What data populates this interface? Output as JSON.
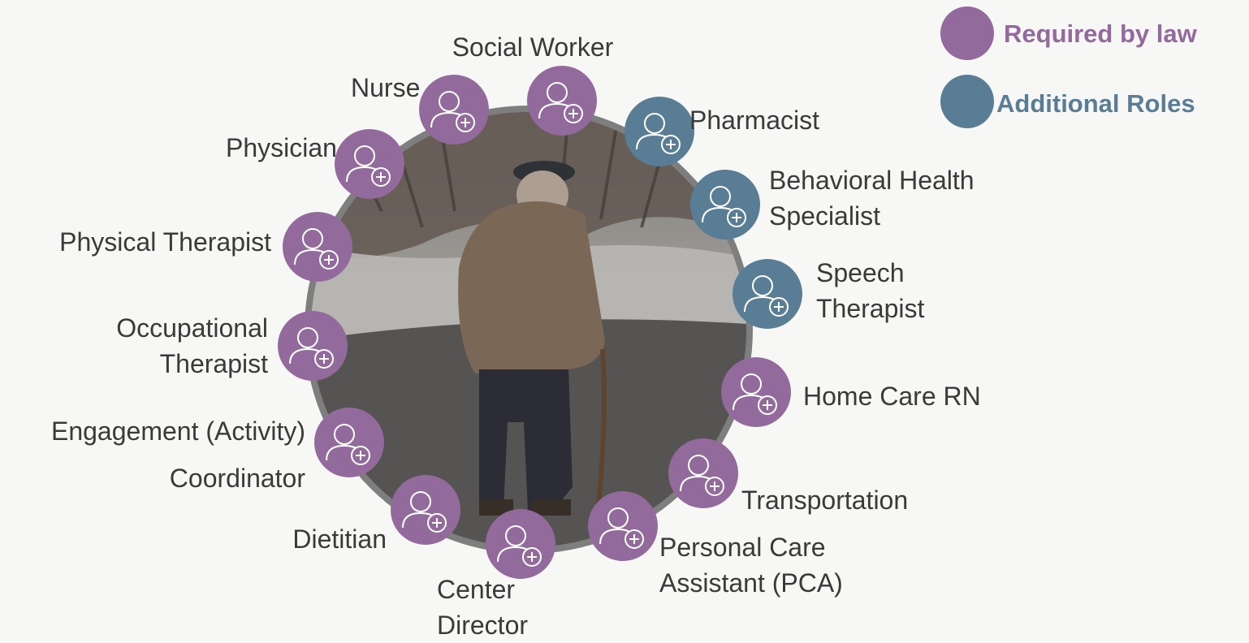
{
  "colors": {
    "required": "#926b9c",
    "additional": "#5a7d96",
    "ring": "#7e7e7e"
  },
  "legend": {
    "required_label": "Required by law",
    "additional_label": "Additional Roles"
  },
  "roles": {
    "social_worker": {
      "lines": [
        "Social Worker"
      ],
      "type": "required",
      "icon": "social-worker-handshake-icon"
    },
    "nurse": {
      "lines": [
        "Nurse"
      ],
      "type": "required",
      "icon": "nurse-icon"
    },
    "physician": {
      "lines": [
        "Physician"
      ],
      "type": "required",
      "icon": "physician-stethoscope-icon"
    },
    "physical_therapist": {
      "lines": [
        "Physical Therapist"
      ],
      "type": "required",
      "icon": "physical-therapist-dumbbell-icon"
    },
    "occupational_therapist": {
      "lines": [
        "Occupational",
        "Therapist"
      ],
      "type": "required",
      "icon": "occupational-therapist-lotus-icon"
    },
    "engagement_coordinator": {
      "lines": [
        "Engagement (Activity)",
        "Coordinator"
      ],
      "type": "required",
      "icon": "engagement-flower-icon"
    },
    "dietitian": {
      "lines": [
        "Dietitian"
      ],
      "type": "required",
      "icon": "dietitian-apple-icon"
    },
    "center_director": {
      "lines": [
        "Center",
        "Director"
      ],
      "type": "required",
      "icon": "center-director-icon"
    },
    "personal_care_assistant": {
      "lines": [
        "Personal Care",
        "Assistant (PCA)"
      ],
      "type": "required",
      "icon": "pca-comb-icon"
    },
    "transportation": {
      "lines": [
        "Transportation"
      ],
      "type": "required",
      "icon": "driver-bus-icon"
    },
    "home_care_rn": {
      "lines": [
        "Home Care RN"
      ],
      "type": "required",
      "icon": "home-care-house-icon"
    },
    "speech_therapist": {
      "lines": [
        "Speech",
        "Therapist"
      ],
      "type": "additional",
      "icon": "speech-bubble-icon"
    },
    "behavioral_health": {
      "lines": [
        "Behavioral Health",
        "Specialist"
      ],
      "type": "additional",
      "icon": "behavioral-health-lotus-icon"
    },
    "pharmacist": {
      "lines": [
        "Pharmacist"
      ],
      "type": "additional",
      "icon": "pharmacist-pill-icon"
    }
  }
}
